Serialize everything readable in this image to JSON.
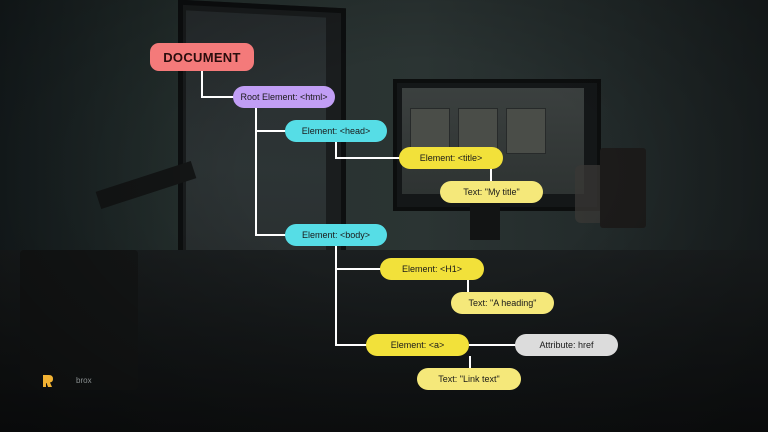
{
  "colors": {
    "root": "#f47a7a",
    "html": "#c19ef5",
    "head_body": "#56dde6",
    "element": "#f2e13a",
    "text": "#f5e87a",
    "attribute": "#dcdcdc",
    "connector": "#ffffff"
  },
  "diagram": {
    "root": "DOCUMENT",
    "html": "Root Element: <html>",
    "head": "Element: <head>",
    "title": "Element: <title>",
    "title_text": "Text: \"My title\"",
    "body": "Element: <body>",
    "h1": "Element: <H1>",
    "h1_text": "Text: \"A heading\"",
    "a": "Element: <a>",
    "a_attr": "Attribute: href",
    "a_text": "Text: \"Link text\""
  },
  "watermark": {
    "logo_icon": "brand-logo-icon",
    "text": "brox"
  }
}
